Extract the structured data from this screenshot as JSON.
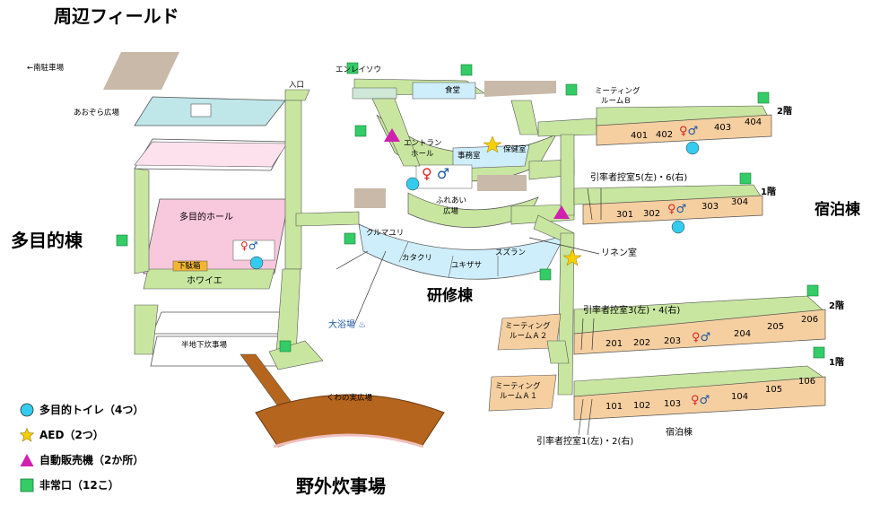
{
  "title": "周辺フィールド",
  "buildings": {
    "multipurpose": "多目的棟",
    "training": "研修棟",
    "lodging": "宿泊棟",
    "lodging_sub": "宿泊棟",
    "outdoor_cooking": "野外炊事場"
  },
  "labels": {
    "south_parking": "←南駐車場",
    "aozora": "あおぞら広場",
    "entrance": "入口",
    "multipurpose_hall": "多目的ホール",
    "shoe_box": "下駄箱",
    "foyer": "ホワイエ",
    "semi_basement": "半地下炊事場",
    "kuwanomi": "くわの実広場",
    "enreisou": "エンレイソウ",
    "dining": "食堂",
    "entrance_hall_1": "エントラン",
    "entrance_hall_2": "ホール",
    "office": "事務室",
    "health": "保健室",
    "fureai_1": "ふれあい",
    "fureai_2": "広場",
    "kurumayuri": "クルマユリ",
    "katakuri": "カタクリ",
    "yukizasa": "ユキザサ",
    "suzuran": "スズラン",
    "linen": "リネン室",
    "bath": "大浴場 ♨",
    "meeting_b_1": "ミーティング",
    "meeting_b_2": "ルームＢ",
    "meeting_a2_1": "ミーティング",
    "meeting_a2_2": "ルームＡ２",
    "meeting_a1_1": "ミーティング",
    "meeting_a1_2": "ルームＡ１",
    "leader56": "引率者控室5(左)・6(右)",
    "leader34": "引率者控室3(左)・4(右)",
    "leader12": "引率者控室1(左)・2(右)",
    "floor_2a": "2階",
    "floor_1a": "1階",
    "floor_2b": "2階",
    "floor_1b": "1階"
  },
  "rooms": {
    "r400": [
      "401",
      "402",
      "403",
      "404"
    ],
    "r300": [
      "301",
      "302",
      "303",
      "304"
    ],
    "r200": [
      "201",
      "202",
      "203",
      "204",
      "205",
      "206"
    ],
    "r100": [
      "101",
      "102",
      "103",
      "104",
      "105",
      "106"
    ]
  },
  "legend": [
    {
      "icon": "multipurpose-toilet-circle",
      "color": "#33ccee",
      "label": "多目的トイレ（4つ）"
    },
    {
      "icon": "aed-star",
      "color": "#f5d000",
      "label": "AED（2つ）"
    },
    {
      "icon": "vending-machine-triangle",
      "color": "#d020b0",
      "label": "自動販売機（2か所）"
    },
    {
      "icon": "emergency-exit-square",
      "color": "#33cc66",
      "label": "非常口（12こ）"
    }
  ],
  "colors": {
    "hall_pink": "#f8c8dc",
    "training_green": "#c8e6a0",
    "room_blue": "#cfeefb",
    "lodging_tan": "#f6cfa0",
    "plaza_brown": "#b5651d",
    "parking_gray": "#c8b9a8"
  }
}
